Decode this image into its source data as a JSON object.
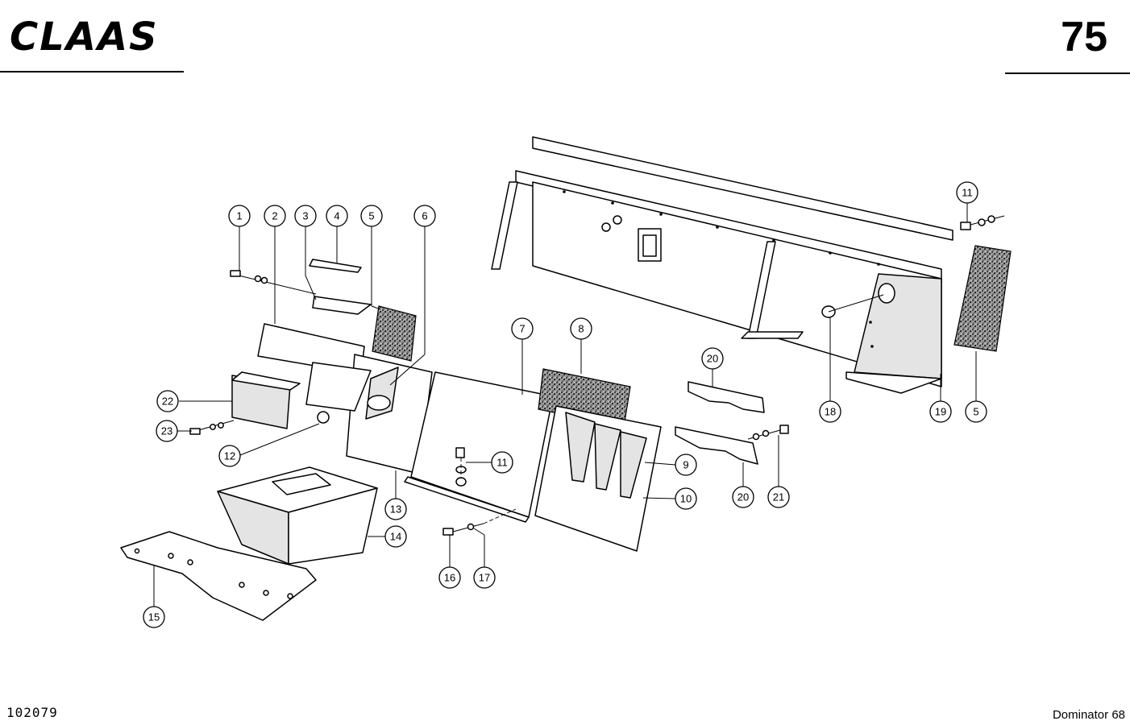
{
  "header": {
    "brand_logo": "CLAAS",
    "page_number": "75"
  },
  "footer": {
    "drawing_number": "102079",
    "model": "Dominator 68"
  },
  "callouts": [
    "1",
    "2",
    "3",
    "4",
    "5",
    "6",
    "7",
    "8",
    "9",
    "10",
    "11",
    "12",
    "13",
    "14",
    "15",
    "16",
    "17",
    "18",
    "19",
    "5",
    "20",
    "20",
    "21",
    "22",
    "23",
    "11"
  ],
  "colors": {
    "ink": "#000000",
    "paper": "#ffffff",
    "seal_texture": "#3a3a3a"
  }
}
